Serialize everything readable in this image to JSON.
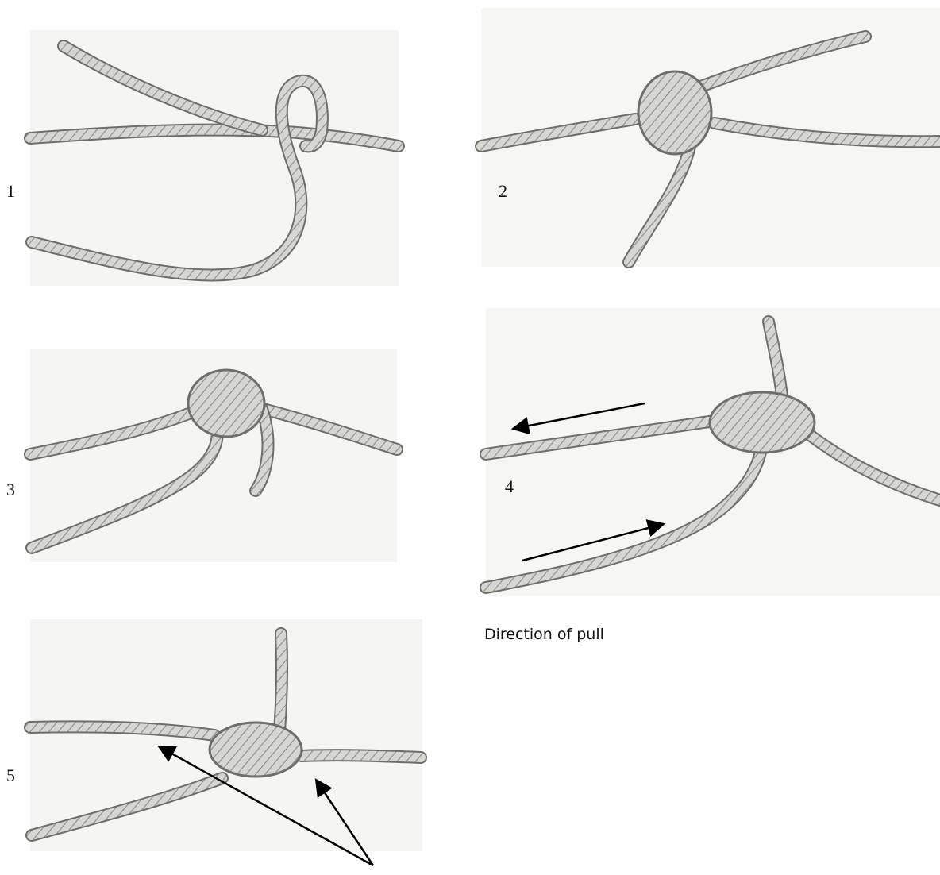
{
  "steps": [
    {
      "label": "1"
    },
    {
      "label": "2"
    },
    {
      "label": "3"
    },
    {
      "label": "4"
    },
    {
      "label": "5"
    }
  ],
  "pull_caption": "Direction of pull",
  "colors": {
    "rope_fill": "#d6d6d2",
    "rope_edge": "#6e6e6a",
    "rope_twist": "#8a8a86",
    "photo_bg": "#f1f1ef",
    "arrow": "#000000"
  }
}
